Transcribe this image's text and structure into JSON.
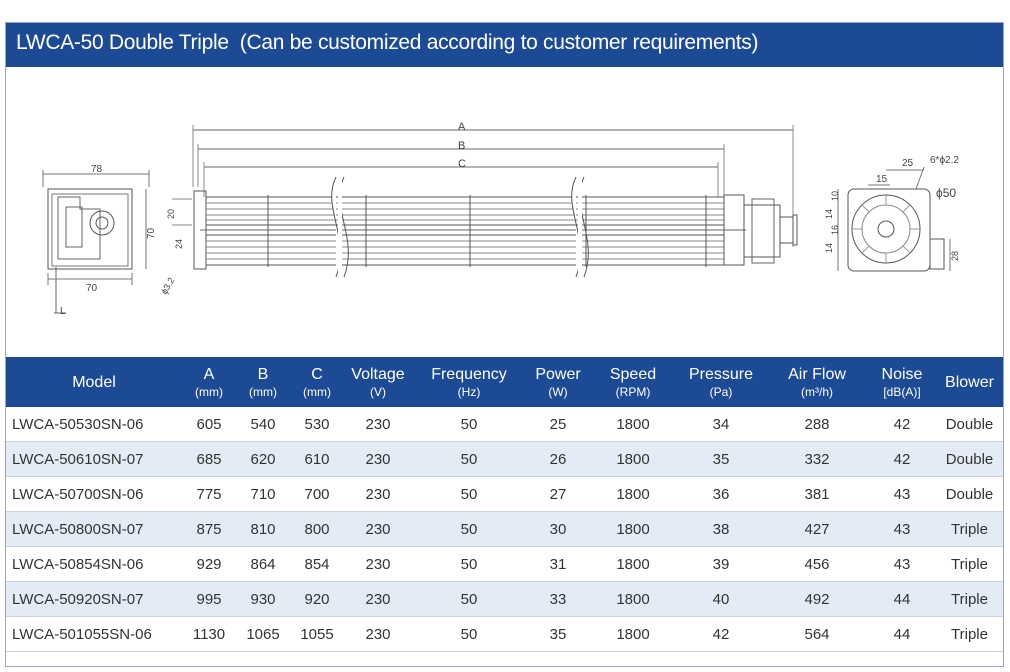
{
  "title": "LWCA-50 Double Triple  (Can be customized according to customer requirements)",
  "drawing": {
    "front_width": "78",
    "front_base": "70",
    "front_height": "70",
    "dim_20": "20",
    "dim_24": "24",
    "hole": "ϕ3.2",
    "label_L": "L",
    "label_A": "A",
    "label_B": "B",
    "label_C": "C",
    "side_25": "25",
    "side_15": "15",
    "side_holes": "6*ϕ2.2",
    "side_dia": "ϕ50",
    "side_10": "10",
    "side_14a": "14",
    "side_16": "16",
    "side_14b": "14",
    "side_28": "28"
  },
  "table": {
    "headers": [
      {
        "main": "Model",
        "unit": ""
      },
      {
        "main": "A",
        "unit": "(mm)"
      },
      {
        "main": "B",
        "unit": "(mm)"
      },
      {
        "main": "C",
        "unit": "(mm)"
      },
      {
        "main": "Voltage",
        "unit": "(V)"
      },
      {
        "main": "Frequency",
        "unit": "(Hz)"
      },
      {
        "main": "Power",
        "unit": "(W)"
      },
      {
        "main": "Speed",
        "unit": "(RPM)"
      },
      {
        "main": "Pressure",
        "unit": "(Pa)"
      },
      {
        "main": "Air Flow",
        "unit": "(m³/h)"
      },
      {
        "main": "Noise",
        "unit": "[dB(A)]"
      },
      {
        "main": "Blower",
        "unit": ""
      }
    ],
    "rows": [
      [
        "LWCA-50530SN-06",
        "605",
        "540",
        "530",
        "230",
        "50",
        "25",
        "1800",
        "34",
        "288",
        "42",
        "Double"
      ],
      [
        "LWCA-50610SN-07",
        "685",
        "620",
        "610",
        "230",
        "50",
        "26",
        "1800",
        "35",
        "332",
        "42",
        "Double"
      ],
      [
        "LWCA-50700SN-06",
        "775",
        "710",
        "700",
        "230",
        "50",
        "27",
        "1800",
        "36",
        "381",
        "43",
        "Double"
      ],
      [
        "LWCA-50800SN-07",
        "875",
        "810",
        "800",
        "230",
        "50",
        "30",
        "1800",
        "38",
        "427",
        "43",
        "Triple"
      ],
      [
        "LWCA-50854SN-06",
        "929",
        "864",
        "854",
        "230",
        "50",
        "31",
        "1800",
        "39",
        "456",
        "43",
        "Triple"
      ],
      [
        "LWCA-50920SN-07",
        "995",
        "930",
        "920",
        "230",
        "50",
        "33",
        "1800",
        "40",
        "492",
        "44",
        "Triple"
      ],
      [
        "LWCA-501055SN-06",
        "1130",
        "1065",
        "1055",
        "230",
        "50",
        "35",
        "1800",
        "42",
        "564",
        "44",
        "Triple"
      ]
    ]
  },
  "colors": {
    "header_blue": "#1d4a95",
    "row_alt": "#e3ebf7",
    "line": "#555555"
  }
}
